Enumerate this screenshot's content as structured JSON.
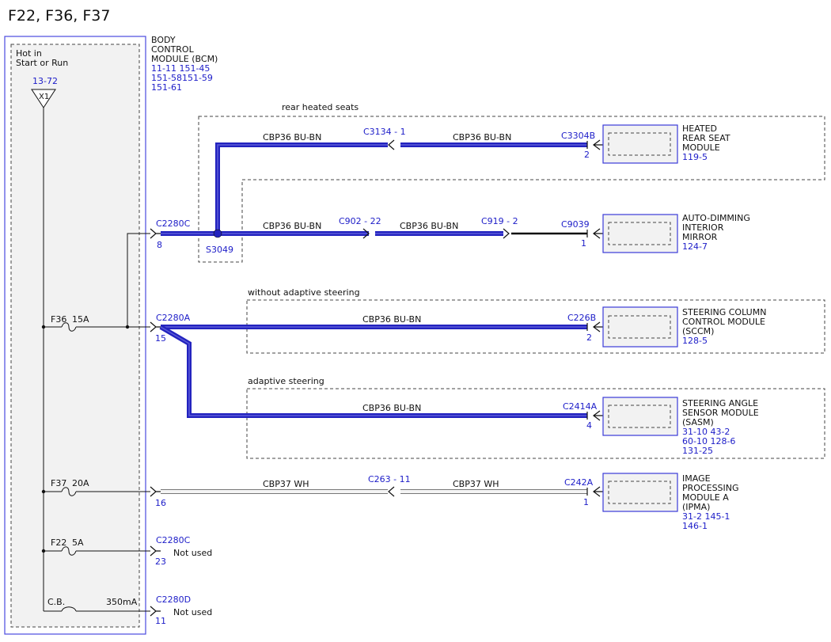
{
  "title": "F22, F36, F37",
  "colors": {
    "blue": "#1c1cc8",
    "wire_blue": "#2323bf",
    "wire_inner": "#1414a0",
    "wire_wh": "#f4f4f4",
    "box": "#f2f2f2"
  },
  "bcm": {
    "name_lines": [
      "BODY",
      "CONTROL",
      "MODULE (BCM)"
    ],
    "refs": [
      "11-11  151-45",
      "151-58151-59",
      "151-61"
    ]
  },
  "power": {
    "label_lines": [
      "Hot in",
      "Start or Run"
    ],
    "ref": "13-72",
    "connector": "X1"
  },
  "fuses": {
    "f36": {
      "name": "F36",
      "rating": "15A"
    },
    "f37": {
      "name": "F37",
      "rating": "20A"
    },
    "f22": {
      "name": "F22",
      "rating": "5A"
    },
    "cb": {
      "name": "C.B.",
      "rating": "350mA"
    }
  },
  "connectors": {
    "c2280c_top": {
      "name": "C2280C",
      "pin": "8"
    },
    "c2280a": {
      "name": "C2280A",
      "pin": "15"
    },
    "c2280a_16": {
      "pin": "16"
    },
    "c2280c_bot": {
      "name": "C2280C",
      "pin": "23"
    },
    "c2280d": {
      "name": "C2280D",
      "pin": "11"
    },
    "c3134": "C3134 - 1",
    "c902": "C902 - 22",
    "c919": "C919 - 2",
    "c263": "C263 - 11"
  },
  "splice": "S3049",
  "groups": {
    "rear": "rear heated seats",
    "without": "without adaptive steering",
    "adaptive": "adaptive steering"
  },
  "wires": {
    "cbp36": "CBP36  BU-BN",
    "cbp37": "CBP37  WH"
  },
  "not_used": "Not used",
  "modules": {
    "hrsm": {
      "conn": "C3304B",
      "pin": "2",
      "name_lines": [
        "HEATED",
        "REAR SEAT",
        "MODULE"
      ],
      "refs": [
        "119-5"
      ]
    },
    "adim": {
      "conn": "C9039",
      "pin": "1",
      "name_lines": [
        "AUTO-DIMMING",
        "INTERIOR",
        "MIRROR"
      ],
      "refs": [
        "124-7"
      ]
    },
    "sccm": {
      "conn": "C226B",
      "pin": "2",
      "name_lines": [
        "STEERING COLUMN",
        "CONTROL MODULE",
        "(SCCM)"
      ],
      "refs": [
        "128-5"
      ]
    },
    "sasm": {
      "conn": "C2414A",
      "pin": "4",
      "name_lines": [
        "STEERING ANGLE",
        "SENSOR MODULE",
        "(SASM)"
      ],
      "refs": [
        "31-10 43-2",
        "60-10 128-6",
        "131-25"
      ]
    },
    "ipma": {
      "conn": "C242A",
      "pin": "1",
      "name_lines": [
        "IMAGE",
        "PROCESSING",
        "MODULE A",
        "(IPMA)"
      ],
      "refs": [
        "31-2  145-1",
        "146-1"
      ]
    }
  }
}
